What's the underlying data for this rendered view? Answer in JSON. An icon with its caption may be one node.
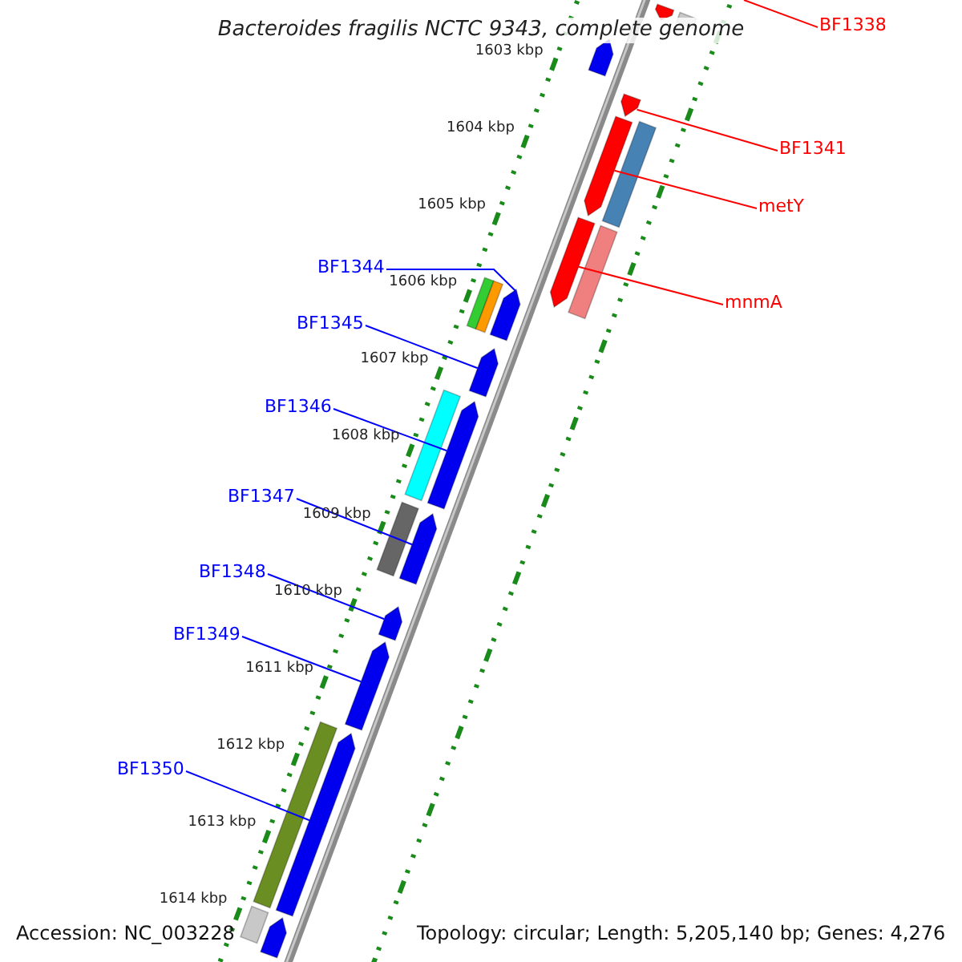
{
  "diagram": {
    "title": "Bacteroides fragilis NCTC 9343, complete genome",
    "nodes": [
      {
        "text": [
          "BF1338"
        ]
      },
      {
        "text": [],
        "shape": "bar"
      },
      {
        "text": [
          "BF1341"
        ]
      },
      {
        "text": [],
        "shape": "bar"
      },
      {
        "text": [
          "metY"
        ]
      },
      {
        "text": [],
        "shape": "bar"
      },
      {
        "text": [
          "BF1344"
        ]
      },
      {
        "text": [],
        "shape": "bar"
      },
      {
        "text": [
          "mnmA"
        ]
      },
      {
        "text": [],
        "shape": "bar"
      },
      {
        "text": [
          "BF1345"
        ]
      },
      {
        "text": [],
        "shape": "bar"
      },
      {
        "text": [
          "BF1346"
        ]
      },
      {
        "text": [],
        "shape": "bar"
      },
      {
        "text": [
          "BF1347"
        ]
      },
      {
        "text": [],
        "shape": "bar"
      },
      {
        "text": [
          "BF1348"
        ]
      },
      {
        "text": [],
        "shape": "bar"
      },
      {
        "text": [
          "BF1349"
        ]
      },
      {
        "text": [],
        "shape": "bar"
      },
      {
        "text": [
          "BF1350"
        ]
      },
      {
        "text": [],
        "shape": "bar"
      },
      {
        "text": [],
        "shape": "bar"
      },
      {
        "text": [],
        "shape": "bar"
      },
      {
        "text": [],
        "shape": "bar"
      },
      {
        "text": [],
        "shape": "bar"
      },
      {
        "text": [],
        "shape": "bar"
      },
      {
        "text": [],
        "shape": "bar"
      },
      {
        "text": [],
        "shape": "bar"
      },
      {
        "text": [],
        "shape": "bar"
      },
      {
        "text": [],
        "shape": "bar"
      },
      {
        "text": [],
        "shape": "bar"
      },
      {
        "text": [],
        "shape": "bar"
      }
    ],
    "edges": [
      {
        "from": 0,
        "to": null,
        "arrow": "none",
        "color": "#ff0000"
      },
      {
        "from": 2,
        "to": 3,
        "arrow": "none",
        "color": "#ff0000"
      },
      {
        "from": 4,
        "to": 5,
        "arrow": "none",
        "color": "#ff0000"
      },
      {
        "from": 6,
        "to": 7,
        "arrow": "none"
      },
      {
        "from": 8,
        "to": 9,
        "arrow": "none",
        "color": "#ff0000"
      },
      {
        "from": 10,
        "to": 11,
        "arrow": "none"
      },
      {
        "from": 12,
        "to": 13,
        "arrow": "none"
      },
      {
        "from": 14,
        "to": 15,
        "arrow": "none"
      },
      {
        "from": 16,
        "to": 17,
        "arrow": "none"
      },
      {
        "from": 18,
        "to": 19,
        "arrow": "none"
      },
      {
        "from": 20,
        "to": 21,
        "arrow": "none"
      }
    ],
    "labels": [
      "1603 kbp",
      "1604 kbp",
      "1605 kbp",
      "1606 kbp",
      "1607 kbp",
      "1608 kbp",
      "1609 kbp",
      "1610 kbp",
      "1611 kbp",
      "1612 kbp",
      "1613 kbp",
      "1614 kbp",
      "Accession: NC_003228",
      "Topology: circular; Length: 5,205,140 bp; Genes: 4,276"
    ]
  }
}
